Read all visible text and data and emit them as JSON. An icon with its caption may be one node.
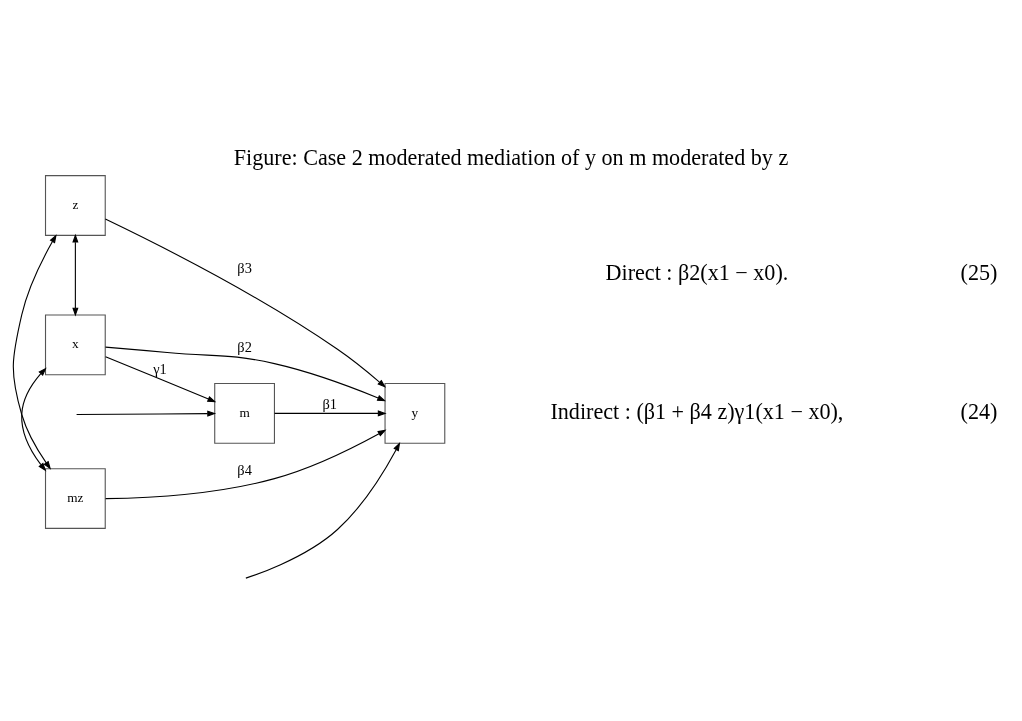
{
  "diagram": {
    "title": "Figure: Case 2 moderated mediation of y on m moderated by z",
    "nodes": [
      {
        "text": [
          "m"
        ]
      },
      {
        "text": [
          "x"
        ]
      },
      {
        "text": [
          "y"
        ]
      },
      {
        "text": [
          "z"
        ]
      },
      {
        "text": [
          "mz"
        ]
      }
    ],
    "edges": [
      {
        "from": null,
        "to": 0,
        "arrow": "to"
      },
      {
        "from": null,
        "to": 2,
        "arrow": "to"
      },
      {
        "from": 1,
        "to": 0,
        "arrow": "to",
        "label": "γ1"
      },
      {
        "from": 0,
        "to": 2,
        "arrow": "to",
        "label": "β1"
      },
      {
        "from": 1,
        "to": 2,
        "arrow": "to",
        "label": "β2"
      },
      {
        "from": 3,
        "to": 2,
        "arrow": "to",
        "label": "β3"
      },
      {
        "from": 4,
        "to": 2,
        "arrow": "to",
        "label": "β4"
      },
      {
        "from": 1,
        "to": 3,
        "arrow": "both"
      },
      {
        "from": 3,
        "to": 4,
        "arrow": "both"
      },
      {
        "from": 1,
        "to": 4,
        "arrow": "both"
      }
    ],
    "labels": [
      "Indirect : (β1 + β4 z)γ1(x1 − x0),",
      "(24)",
      "Direct : β2(x1 − x0).",
      "(25)"
    ]
  }
}
